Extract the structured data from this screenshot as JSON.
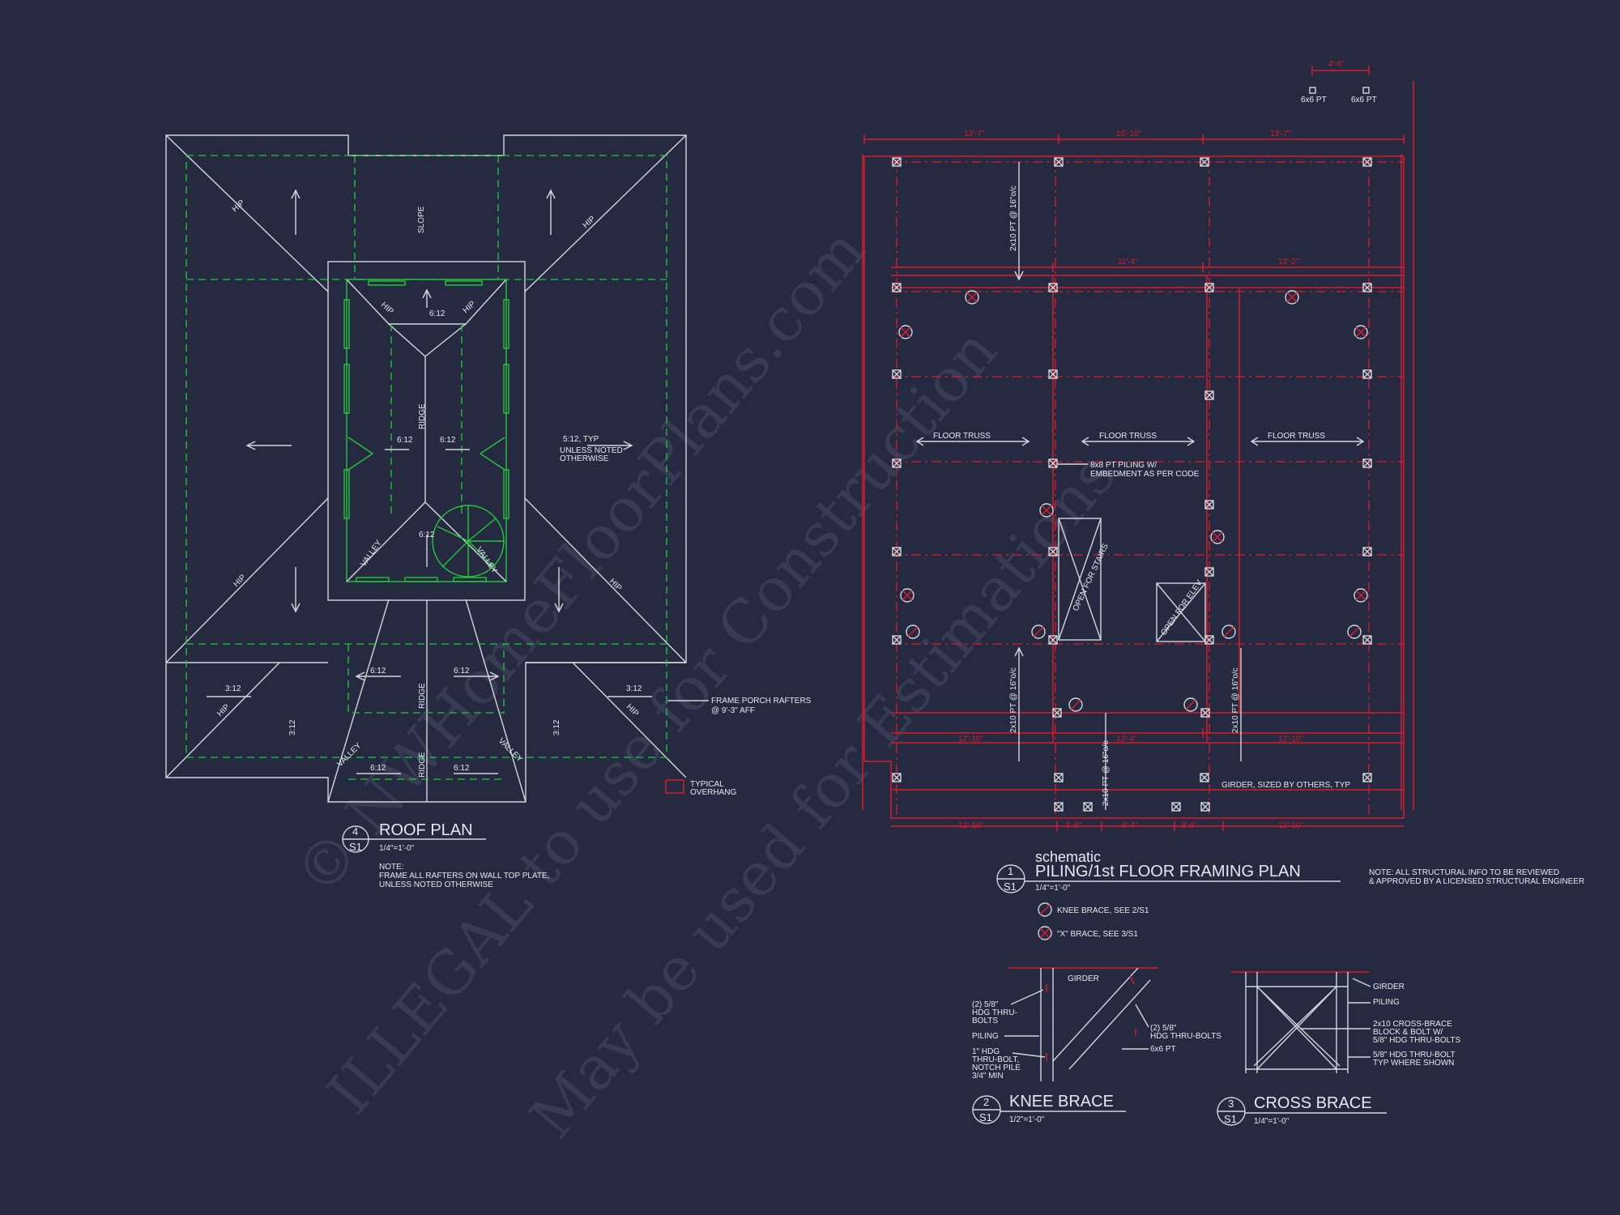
{
  "watermark": {
    "line1": "© NWHomeFloorPlans.com",
    "line2": "ILLEGAL to use for Construction",
    "line3": "May be used for Estimations"
  },
  "roof_plan": {
    "number": "4",
    "sheet": "S1",
    "title": "ROOF PLAN",
    "scale": "1/4\"=1'-0\"",
    "note_label": "NOTE:",
    "note_line1": "FRAME ALL RAFTERS ON WALL TOP PLATE,",
    "note_line2": "UNLESS NOTED OTHERWISE",
    "hip": "HIP",
    "valley": "VALLEY",
    "ridge": "RIDGE",
    "slope": "SLOPE",
    "pitch_6_12": "6:12",
    "pitch_3_12": "3:12",
    "typ_line1": "5:12, TYP",
    "typ_line2": "UNLESS NOTED",
    "typ_line3": "OTHERWISE",
    "porch_line1": "FRAME PORCH RAFTERS",
    "porch_line2": "@ 9'-3\" AFF",
    "overhang_line1": "TYPICAL",
    "overhang_line2": "OVERHANG"
  },
  "framing_plan": {
    "number": "1",
    "sheet": "S1",
    "pre_title": "schematic",
    "title": "PILING/1st FLOOR FRAMING PLAN",
    "scale": "1/4\"=1'-0\"",
    "note_line1": "NOTE: ALL STRUCTURAL INFO TO BE REVIEWED",
    "note_line2": "& APPROVED BY A LICENSED STRUCTURAL ENGINEER",
    "floor_truss": "FLOOR TRUSS",
    "joist_label": "2x10 PT @ 16\"o/c",
    "piling_line1": "8x8 PT PILING W/",
    "piling_line2": "EMBEDMENT AS PER CODE",
    "stairs": "OPEN FOR STAIRS",
    "elev": "OPEN FOR ELEV",
    "girder_note": "GIRDER, SIZED BY OTHERS, TYP",
    "post": "6x6 PT",
    "legend_knee": "KNEE BRACE, SEE 2/S1",
    "legend_x": "\"X\" BRACE, SEE 3/S1",
    "dims_top": [
      "13'-7\"",
      "10'-10\"",
      "13'-7\""
    ],
    "dims_mid": [
      "11'-4\"",
      "13'-2\""
    ],
    "dims_lower": [
      "12'-10\"",
      "12'-4\"",
      "12'-10\""
    ],
    "dims_bottom": [
      "12'-10\"",
      "3'-8\"",
      "6'-4\"",
      "3'-8\"",
      "12'-10\""
    ],
    "dim_small": "4'-6\""
  },
  "knee_brace": {
    "number": "2",
    "sheet": "S1",
    "title": "KNEE BRACE",
    "scale": "1/2\"=1'-0\"",
    "girder": "GIRDER",
    "bolts_l1": "(2) 5/8\"",
    "bolts_l2": "HDG THRU-",
    "bolts_l3": "BOLTS",
    "piling": "PILING",
    "hdg_l1": "1\" HDG",
    "hdg_l2": "THRU-BOLT,",
    "hdg_l3": "NOTCH PILE",
    "hdg_l4": "3/4\" MIN",
    "bolts_r1": "(2) 5/8\"",
    "bolts_r2": "HDG THRU-BOLTS",
    "post": "6x6 PT"
  },
  "cross_brace": {
    "number": "3",
    "sheet": "S1",
    "title": "CROSS BRACE",
    "scale": "1/4\"=1'-0\"",
    "girder": "GIRDER",
    "piling": "PILING",
    "cb_l1": "2x10 CROSS-BRACE",
    "cb_l2": "BLOCK & BOLT W/",
    "cb_l3": "5/8\" HDG THRU-BOLTS",
    "tb_l1": "5/8\" HDG THRU-BOLT",
    "tb_l2": "TYP WHERE SHOWN"
  },
  "colors": {
    "background": "#262a40",
    "linework": "#d4d6dc",
    "roof_outline": "#23c83a",
    "framing": "#d61d2b",
    "watermark": "#3a3f58"
  }
}
